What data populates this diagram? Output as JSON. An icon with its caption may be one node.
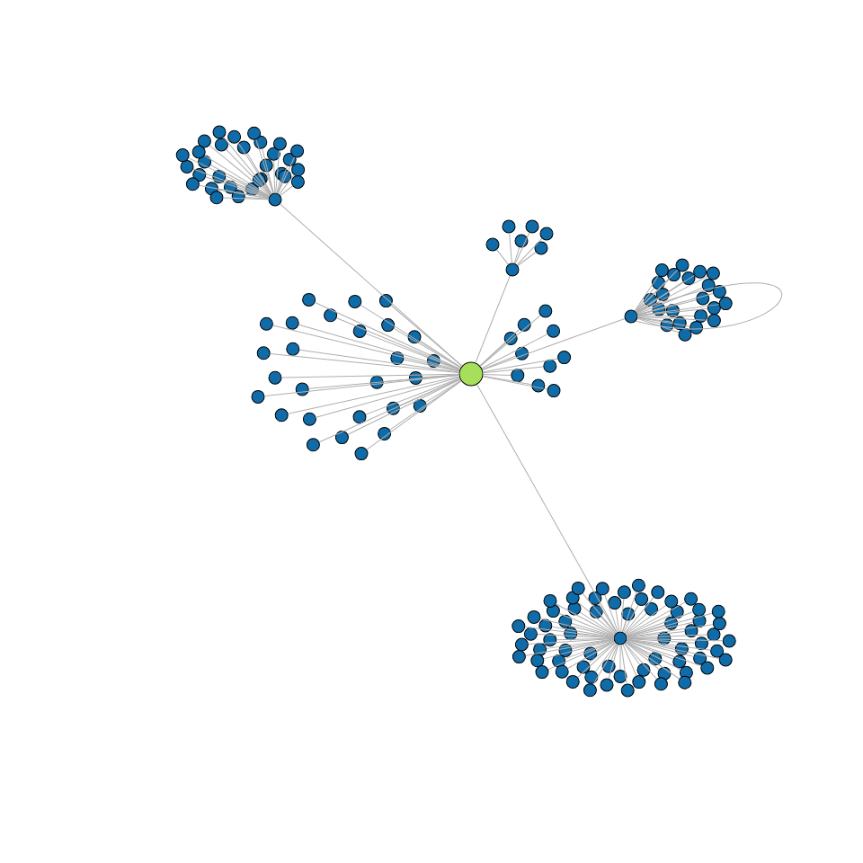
{
  "diagram": {
    "nodes": [
      {
        "text": [],
        "shape": "circle"
      },
      {
        "text": [],
        "shape": "circle"
      },
      {
        "text": [],
        "shape": "circle"
      },
      {
        "text": [],
        "shape": "circle"
      },
      {
        "text": [],
        "shape": "circle"
      },
      {
        "text": [],
        "shape": "circle"
      },
      {
        "text": [],
        "shape": "circle"
      },
      {
        "text": [],
        "shape": "circle"
      },
      {
        "text": [],
        "shape": "circle"
      },
      {
        "text": [],
        "shape": "circle"
      },
      {
        "text": [],
        "shape": "circle"
      },
      {
        "text": [],
        "shape": "circle"
      },
      {
        "text": [],
        "shape": "circle"
      },
      {
        "text": [],
        "shape": "circle"
      },
      {
        "text": [],
        "shape": "circle"
      },
      {
        "text": [],
        "shape": "circle"
      },
      {
        "text": [],
        "shape": "circle"
      },
      {
        "text": [],
        "shape": "circle"
      },
      {
        "text": [],
        "shape": "circle"
      },
      {
        "text": [],
        "shape": "circle"
      },
      {
        "text": [],
        "shape": "circle"
      },
      {
        "text": [],
        "shape": "circle"
      },
      {
        "text": [],
        "shape": "circle"
      },
      {
        "text": [],
        "shape": "circle"
      },
      {
        "text": [],
        "shape": "circle"
      },
      {
        "text": [],
        "shape": "circle"
      },
      {
        "text": [],
        "shape": "circle"
      },
      {
        "text": [],
        "shape": "circle"
      },
      {
        "text": [],
        "shape": "circle"
      },
      {
        "text": [],
        "shape": "circle"
      },
      {
        "text": [],
        "shape": "circle"
      },
      {
        "text": [],
        "shape": "circle"
      },
      {
        "text": [],
        "shape": "circle"
      },
      {
        "text": [],
        "shape": "circle"
      },
      {
        "text": [],
        "shape": "circle"
      },
      {
        "text": [],
        "shape": "circle"
      },
      {
        "text": [],
        "shape": "circle"
      },
      {
        "text": [],
        "shape": "circle"
      },
      {
        "text": [],
        "shape": "circle"
      },
      {
        "text": [],
        "shape": "circle"
      },
      {
        "text": [],
        "shape": "circle"
      },
      {
        "text": [],
        "shape": "circle"
      },
      {
        "text": [],
        "shape": "circle"
      },
      {
        "text": [],
        "shape": "circle"
      },
      {
        "text": [],
        "shape": "circle"
      },
      {
        "text": [],
        "shape": "circle"
      },
      {
        "text": [],
        "shape": "circle"
      },
      {
        "text": [],
        "shape": "circle"
      },
      {
        "text": [],
        "shape": "circle"
      },
      {
        "text": [],
        "shape": "circle"
      },
      {
        "text": [],
        "shape": "circle"
      },
      {
        "text": [],
        "shape": "circle"
      },
      {
        "text": [],
        "shape": "circle"
      },
      {
        "text": [],
        "shape": "circle"
      },
      {
        "text": [],
        "shape": "circle"
      },
      {
        "text": [],
        "shape": "circle"
      },
      {
        "text": [],
        "shape": "circle"
      },
      {
        "text": [],
        "shape": "circle"
      },
      {
        "text": [],
        "shape": "circle"
      },
      {
        "text": [],
        "shape": "circle"
      },
      {
        "text": [],
        "shape": "circle"
      },
      {
        "text": [],
        "shape": "circle"
      },
      {
        "text": [],
        "shape": "circle"
      },
      {
        "text": [],
        "shape": "circle"
      },
      {
        "text": [],
        "shape": "circle"
      },
      {
        "text": [],
        "shape": "circle"
      },
      {
        "text": [],
        "shape": "circle"
      },
      {
        "text": [],
        "shape": "circle"
      },
      {
        "text": [],
        "shape": "circle"
      },
      {
        "text": [],
        "shape": "circle"
      },
      {
        "text": [],
        "shape": "circle"
      },
      {
        "text": [],
        "shape": "circle"
      },
      {
        "text": [],
        "shape": "circle"
      },
      {
        "text": [],
        "shape": "circle"
      },
      {
        "text": [],
        "shape": "circle"
      },
      {
        "text": [],
        "shape": "circle"
      },
      {
        "text": [],
        "shape": "circle"
      },
      {
        "text": [],
        "shape": "circle"
      },
      {
        "text": [],
        "shape": "circle"
      },
      {
        "text": [],
        "shape": "circle"
      },
      {
        "text": [],
        "shape": "circle"
      },
      {
        "text": [],
        "shape": "circle"
      },
      {
        "text": [],
        "shape": "circle"
      },
      {
        "text": [],
        "shape": "circle"
      },
      {
        "text": [],
        "shape": "circle"
      },
      {
        "text": [],
        "shape": "circle"
      },
      {
        "text": [],
        "shape": "circle"
      },
      {
        "text": [],
        "shape": "circle"
      },
      {
        "text": [],
        "shape": "circle"
      },
      {
        "text": [],
        "shape": "circle"
      },
      {
        "text": [],
        "shape": "circle"
      },
      {
        "text": [],
        "shape": "circle"
      },
      {
        "text": [],
        "shape": "circle"
      },
      {
        "text": [],
        "shape": "circle"
      },
      {
        "text": [],
        "shape": "circle"
      },
      {
        "text": [],
        "shape": "circle"
      },
      {
        "text": [],
        "shape": "circle"
      },
      {
        "text": [],
        "shape": "circle"
      },
      {
        "text": [],
        "shape": "circle"
      },
      {
        "text": [],
        "shape": "circle"
      },
      {
        "text": [],
        "shape": "circle"
      },
      {
        "text": [],
        "shape": "circle"
      },
      {
        "text": [],
        "shape": "circle"
      },
      {
        "text": [],
        "shape": "circle"
      },
      {
        "text": [],
        "shape": "circle"
      },
      {
        "text": [],
        "shape": "circle"
      },
      {
        "text": [],
        "shape": "circle"
      },
      {
        "text": [],
        "shape": "circle"
      },
      {
        "text": [],
        "shape": "circle"
      },
      {
        "text": [],
        "shape": "circle"
      },
      {
        "text": [],
        "shape": "circle"
      },
      {
        "text": [],
        "shape": "circle"
      },
      {
        "text": [],
        "shape": "circle"
      },
      {
        "text": [],
        "shape": "circle"
      },
      {
        "text": [],
        "shape": "circle"
      },
      {
        "text": [],
        "shape": "circle"
      },
      {
        "text": [],
        "shape": "circle"
      },
      {
        "text": [],
        "shape": "circle"
      },
      {
        "text": [],
        "shape": "circle"
      },
      {
        "text": [],
        "shape": "circle"
      },
      {
        "text": [],
        "shape": "circle"
      },
      {
        "text": [],
        "shape": "circle"
      },
      {
        "text": [],
        "shape": "circle"
      },
      {
        "text": [],
        "shape": "circle"
      },
      {
        "text": [],
        "shape": "circle"
      },
      {
        "text": [],
        "shape": "circle"
      },
      {
        "text": [],
        "shape": "circle"
      },
      {
        "text": [],
        "shape": "circle"
      },
      {
        "text": [],
        "shape": "circle"
      },
      {
        "text": [],
        "shape": "circle"
      },
      {
        "text": [],
        "shape": "circle"
      },
      {
        "text": [],
        "shape": "circle"
      },
      {
        "text": [],
        "shape": "circle"
      },
      {
        "text": [],
        "shape": "circle"
      },
      {
        "text": [],
        "shape": "circle"
      },
      {
        "text": [],
        "shape": "circle"
      },
      {
        "text": [],
        "shape": "circle"
      },
      {
        "text": [],
        "shape": "circle"
      },
      {
        "text": [],
        "shape": "circle"
      },
      {
        "text": [],
        "shape": "circle"
      },
      {
        "text": [],
        "shape": "circle"
      },
      {
        "text": [],
        "shape": "circle"
      },
      {
        "text": [],
        "shape": "circle"
      },
      {
        "text": [],
        "shape": "circle"
      },
      {
        "text": [],
        "shape": "circle"
      },
      {
        "text": [],
        "shape": "circle"
      },
      {
        "text": [],
        "shape": "circle"
      },
      {
        "text": [],
        "shape": "circle"
      },
      {
        "text": [],
        "shape": "circle"
      },
      {
        "text": [],
        "shape": "circle"
      },
      {
        "text": [],
        "shape": "circle"
      },
      {
        "text": [],
        "shape": "circle"
      },
      {
        "text": [],
        "shape": "circle"
      },
      {
        "text": [],
        "shape": "circle"
      },
      {
        "text": [],
        "shape": "circle"
      },
      {
        "text": [],
        "shape": "circle"
      },
      {
        "text": [],
        "shape": "circle"
      },
      {
        "text": [],
        "shape": "circle"
      },
      {
        "text": [],
        "shape": "circle"
      },
      {
        "text": [],
        "shape": "circle"
      },
      {
        "text": [],
        "shape": "circle"
      },
      {
        "text": [],
        "shape": "circle"
      },
      {
        "text": [],
        "shape": "circle"
      },
      {
        "text": [],
        "shape": "circle"
      },
      {
        "text": [],
        "shape": "circle"
      }
    ],
    "edges": [
      {
        "from": 0,
        "to": 1,
        "arrow": "none"
      },
      {
        "from": 0,
        "to": 2,
        "arrow": "none"
      },
      {
        "from": 0,
        "to": 3,
        "arrow": "none"
      },
      {
        "from": 0,
        "to": 4,
        "arrow": "none"
      },
      {
        "from": 2,
        "to": 2,
        "arrow": "none"
      },
      {
        "from": 1,
        "to": 5,
        "arrow": "none"
      },
      {
        "from": 1,
        "to": 6,
        "arrow": "none"
      },
      {
        "from": 1,
        "to": 7,
        "arrow": "none"
      },
      {
        "from": 1,
        "to": 8,
        "arrow": "none"
      },
      {
        "from": 1,
        "to": 9,
        "arrow": "none"
      },
      {
        "from": 1,
        "to": 10,
        "arrow": "none"
      },
      {
        "from": 1,
        "to": 11,
        "arrow": "none"
      },
      {
        "from": 1,
        "to": 12,
        "arrow": "none"
      },
      {
        "from": 1,
        "to": 13,
        "arrow": "none"
      },
      {
        "from": 1,
        "to": 14,
        "arrow": "none"
      },
      {
        "from": 1,
        "to": 15,
        "arrow": "none"
      },
      {
        "from": 1,
        "to": 16,
        "arrow": "none"
      },
      {
        "from": 1,
        "to": 17,
        "arrow": "none"
      },
      {
        "from": 1,
        "to": 18,
        "arrow": "none"
      },
      {
        "from": 1,
        "to": 19,
        "arrow": "none"
      },
      {
        "from": 1,
        "to": 20,
        "arrow": "none"
      },
      {
        "from": 1,
        "to": 21,
        "arrow": "none"
      },
      {
        "from": 1,
        "to": 22,
        "arrow": "none"
      },
      {
        "from": 1,
        "to": 23,
        "arrow": "none"
      },
      {
        "from": 1,
        "to": 24,
        "arrow": "none"
      },
      {
        "from": 1,
        "to": 25,
        "arrow": "none"
      },
      {
        "from": 1,
        "to": 26,
        "arrow": "none"
      },
      {
        "from": 1,
        "to": 27,
        "arrow": "none"
      },
      {
        "from": 1,
        "to": 28,
        "arrow": "none"
      },
      {
        "from": 1,
        "to": 29,
        "arrow": "none"
      },
      {
        "from": 1,
        "to": 30,
        "arrow": "none"
      },
      {
        "from": 1,
        "to": 31,
        "arrow": "none"
      },
      {
        "from": 1,
        "to": 32,
        "arrow": "none"
      },
      {
        "from": 1,
        "to": 33,
        "arrow": "none"
      },
      {
        "from": 1,
        "to": 34,
        "arrow": "none"
      },
      {
        "from": 2,
        "to": 35,
        "arrow": "none"
      },
      {
        "from": 2,
        "to": 36,
        "arrow": "none"
      },
      {
        "from": 2,
        "to": 37,
        "arrow": "none"
      },
      {
        "from": 2,
        "to": 38,
        "arrow": "none"
      },
      {
        "from": 2,
        "to": 39,
        "arrow": "none"
      },
      {
        "from": 2,
        "to": 40,
        "arrow": "none"
      },
      {
        "from": 2,
        "to": 41,
        "arrow": "none"
      },
      {
        "from": 2,
        "to": 42,
        "arrow": "none"
      },
      {
        "from": 2,
        "to": 43,
        "arrow": "none"
      },
      {
        "from": 2,
        "to": 44,
        "arrow": "none"
      },
      {
        "from": 2,
        "to": 45,
        "arrow": "none"
      },
      {
        "from": 2,
        "to": 46,
        "arrow": "none"
      },
      {
        "from": 2,
        "to": 47,
        "arrow": "none"
      },
      {
        "from": 2,
        "to": 48,
        "arrow": "none"
      },
      {
        "from": 2,
        "to": 49,
        "arrow": "none"
      },
      {
        "from": 2,
        "to": 50,
        "arrow": "none"
      },
      {
        "from": 2,
        "to": 51,
        "arrow": "none"
      },
      {
        "from": 2,
        "to": 52,
        "arrow": "none"
      },
      {
        "from": 2,
        "to": 53,
        "arrow": "none"
      },
      {
        "from": 2,
        "to": 54,
        "arrow": "none"
      },
      {
        "from": 2,
        "to": 55,
        "arrow": "none"
      },
      {
        "from": 2,
        "to": 56,
        "arrow": "none"
      },
      {
        "from": 3,
        "to": 57,
        "arrow": "none"
      },
      {
        "from": 3,
        "to": 58,
        "arrow": "none"
      },
      {
        "from": 3,
        "to": 59,
        "arrow": "none"
      },
      {
        "from": 3,
        "to": 60,
        "arrow": "none"
      },
      {
        "from": 3,
        "to": 61,
        "arrow": "none"
      },
      {
        "from": 3,
        "to": 62,
        "arrow": "none"
      },
      {
        "from": 3,
        "to": 63,
        "arrow": "none"
      },
      {
        "from": 3,
        "to": 64,
        "arrow": "none"
      },
      {
        "from": 3,
        "to": 65,
        "arrow": "none"
      },
      {
        "from": 3,
        "to": 66,
        "arrow": "none"
      },
      {
        "from": 3,
        "to": 67,
        "arrow": "none"
      },
      {
        "from": 3,
        "to": 68,
        "arrow": "none"
      },
      {
        "from": 3,
        "to": 69,
        "arrow": "none"
      },
      {
        "from": 3,
        "to": 70,
        "arrow": "none"
      },
      {
        "from": 3,
        "to": 71,
        "arrow": "none"
      },
      {
        "from": 3,
        "to": 72,
        "arrow": "none"
      },
      {
        "from": 3,
        "to": 73,
        "arrow": "none"
      },
      {
        "from": 3,
        "to": 74,
        "arrow": "none"
      },
      {
        "from": 3,
        "to": 75,
        "arrow": "none"
      },
      {
        "from": 3,
        "to": 76,
        "arrow": "none"
      },
      {
        "from": 3,
        "to": 77,
        "arrow": "none"
      },
      {
        "from": 3,
        "to": 78,
        "arrow": "none"
      },
      {
        "from": 3,
        "to": 79,
        "arrow": "none"
      },
      {
        "from": 3,
        "to": 80,
        "arrow": "none"
      },
      {
        "from": 3,
        "to": 81,
        "arrow": "none"
      },
      {
        "from": 3,
        "to": 82,
        "arrow": "none"
      },
      {
        "from": 3,
        "to": 83,
        "arrow": "none"
      },
      {
        "from": 3,
        "to": 84,
        "arrow": "none"
      },
      {
        "from": 3,
        "to": 85,
        "arrow": "none"
      },
      {
        "from": 3,
        "to": 86,
        "arrow": "none"
      },
      {
        "from": 3,
        "to": 87,
        "arrow": "none"
      },
      {
        "from": 3,
        "to": 88,
        "arrow": "none"
      },
      {
        "from": 3,
        "to": 89,
        "arrow": "none"
      },
      {
        "from": 3,
        "to": 90,
        "arrow": "none"
      },
      {
        "from": 3,
        "to": 91,
        "arrow": "none"
      },
      {
        "from": 3,
        "to": 92,
        "arrow": "none"
      },
      {
        "from": 3,
        "to": 93,
        "arrow": "none"
      },
      {
        "from": 3,
        "to": 94,
        "arrow": "none"
      },
      {
        "from": 3,
        "to": 95,
        "arrow": "none"
      },
      {
        "from": 3,
        "to": 96,
        "arrow": "none"
      },
      {
        "from": 3,
        "to": 97,
        "arrow": "none"
      },
      {
        "from": 3,
        "to": 98,
        "arrow": "none"
      },
      {
        "from": 3,
        "to": 99,
        "arrow": "none"
      },
      {
        "from": 3,
        "to": 100,
        "arrow": "none"
      },
      {
        "from": 3,
        "to": 101,
        "arrow": "none"
      },
      {
        "from": 3,
        "to": 102,
        "arrow": "none"
      },
      {
        "from": 3,
        "to": 103,
        "arrow": "none"
      },
      {
        "from": 3,
        "to": 104,
        "arrow": "none"
      },
      {
        "from": 3,
        "to": 105,
        "arrow": "none"
      },
      {
        "from": 3,
        "to": 106,
        "arrow": "none"
      },
      {
        "from": 3,
        "to": 107,
        "arrow": "none"
      },
      {
        "from": 3,
        "to": 108,
        "arrow": "none"
      },
      {
        "from": 3,
        "to": 109,
        "arrow": "none"
      },
      {
        "from": 3,
        "to": 110,
        "arrow": "none"
      },
      {
        "from": 3,
        "to": 111,
        "arrow": "none"
      },
      {
        "from": 3,
        "to": 112,
        "arrow": "none"
      },
      {
        "from": 3,
        "to": 113,
        "arrow": "none"
      },
      {
        "from": 3,
        "to": 114,
        "arrow": "none"
      },
      {
        "from": 3,
        "to": 115,
        "arrow": "none"
      },
      {
        "from": 3,
        "to": 116,
        "arrow": "none"
      },
      {
        "from": 3,
        "to": 117,
        "arrow": "none"
      },
      {
        "from": 3,
        "to": 118,
        "arrow": "none"
      },
      {
        "from": 3,
        "to": 119,
        "arrow": "none"
      },
      {
        "from": 3,
        "to": 120,
        "arrow": "none"
      },
      {
        "from": 3,
        "to": 121,
        "arrow": "none"
      },
      {
        "from": 4,
        "to": 122,
        "arrow": "none"
      },
      {
        "from": 4,
        "to": 123,
        "arrow": "none"
      },
      {
        "from": 4,
        "to": 124,
        "arrow": "none"
      },
      {
        "from": 4,
        "to": 125,
        "arrow": "none"
      },
      {
        "from": 4,
        "to": 126,
        "arrow": "none"
      },
      {
        "from": 4,
        "to": 127,
        "arrow": "none"
      },
      {
        "from": 0,
        "to": 128,
        "arrow": "none"
      },
      {
        "from": 0,
        "to": 129,
        "arrow": "none"
      },
      {
        "from": 0,
        "to": 130,
        "arrow": "none"
      },
      {
        "from": 0,
        "to": 131,
        "arrow": "none"
      },
      {
        "from": 0,
        "to": 132,
        "arrow": "none"
      },
      {
        "from": 0,
        "to": 133,
        "arrow": "none"
      },
      {
        "from": 0,
        "to": 134,
        "arrow": "none"
      },
      {
        "from": 0,
        "to": 135,
        "arrow": "none"
      },
      {
        "from": 0,
        "to": 136,
        "arrow": "none"
      },
      {
        "from": 0,
        "to": 137,
        "arrow": "none"
      },
      {
        "from": 0,
        "to": 138,
        "arrow": "none"
      },
      {
        "from": 0,
        "to": 139,
        "arrow": "none"
      },
      {
        "from": 0,
        "to": 140,
        "arrow": "none"
      },
      {
        "from": 0,
        "to": 141,
        "arrow": "none"
      },
      {
        "from": 0,
        "to": 142,
        "arrow": "none"
      },
      {
        "from": 0,
        "to": 143,
        "arrow": "none"
      },
      {
        "from": 0,
        "to": 144,
        "arrow": "none"
      },
      {
        "from": 0,
        "to": 145,
        "arrow": "none"
      },
      {
        "from": 0,
        "to": 146,
        "arrow": "none"
      },
      {
        "from": 0,
        "to": 147,
        "arrow": "none"
      },
      {
        "from": 0,
        "to": 148,
        "arrow": "none"
      },
      {
        "from": 0,
        "to": 149,
        "arrow": "none"
      },
      {
        "from": 0,
        "to": 150,
        "arrow": "none"
      },
      {
        "from": 0,
        "to": 151,
        "arrow": "none"
      },
      {
        "from": 0,
        "to": 152,
        "arrow": "none"
      },
      {
        "from": 0,
        "to": 153,
        "arrow": "none"
      },
      {
        "from": 0,
        "to": 154,
        "arrow": "none"
      },
      {
        "from": 0,
        "to": 155,
        "arrow": "none"
      },
      {
        "from": 0,
        "to": 156,
        "arrow": "none"
      },
      {
        "from": 0,
        "to": 157,
        "arrow": "none"
      },
      {
        "from": 0,
        "to": 158,
        "arrow": "none"
      },
      {
        "from": 0,
        "to": 159,
        "arrow": "none"
      },
      {
        "from": 0,
        "to": 160,
        "arrow": "none"
      },
      {
        "from": 0,
        "to": 161,
        "arrow": "none"
      },
      {
        "from": 0,
        "to": 162,
        "arrow": "none"
      },
      {
        "from": 0,
        "to": 163,
        "arrow": "none"
      },
      {
        "from": 0,
        "to": 164,
        "arrow": "none"
      }
    ]
  }
}
